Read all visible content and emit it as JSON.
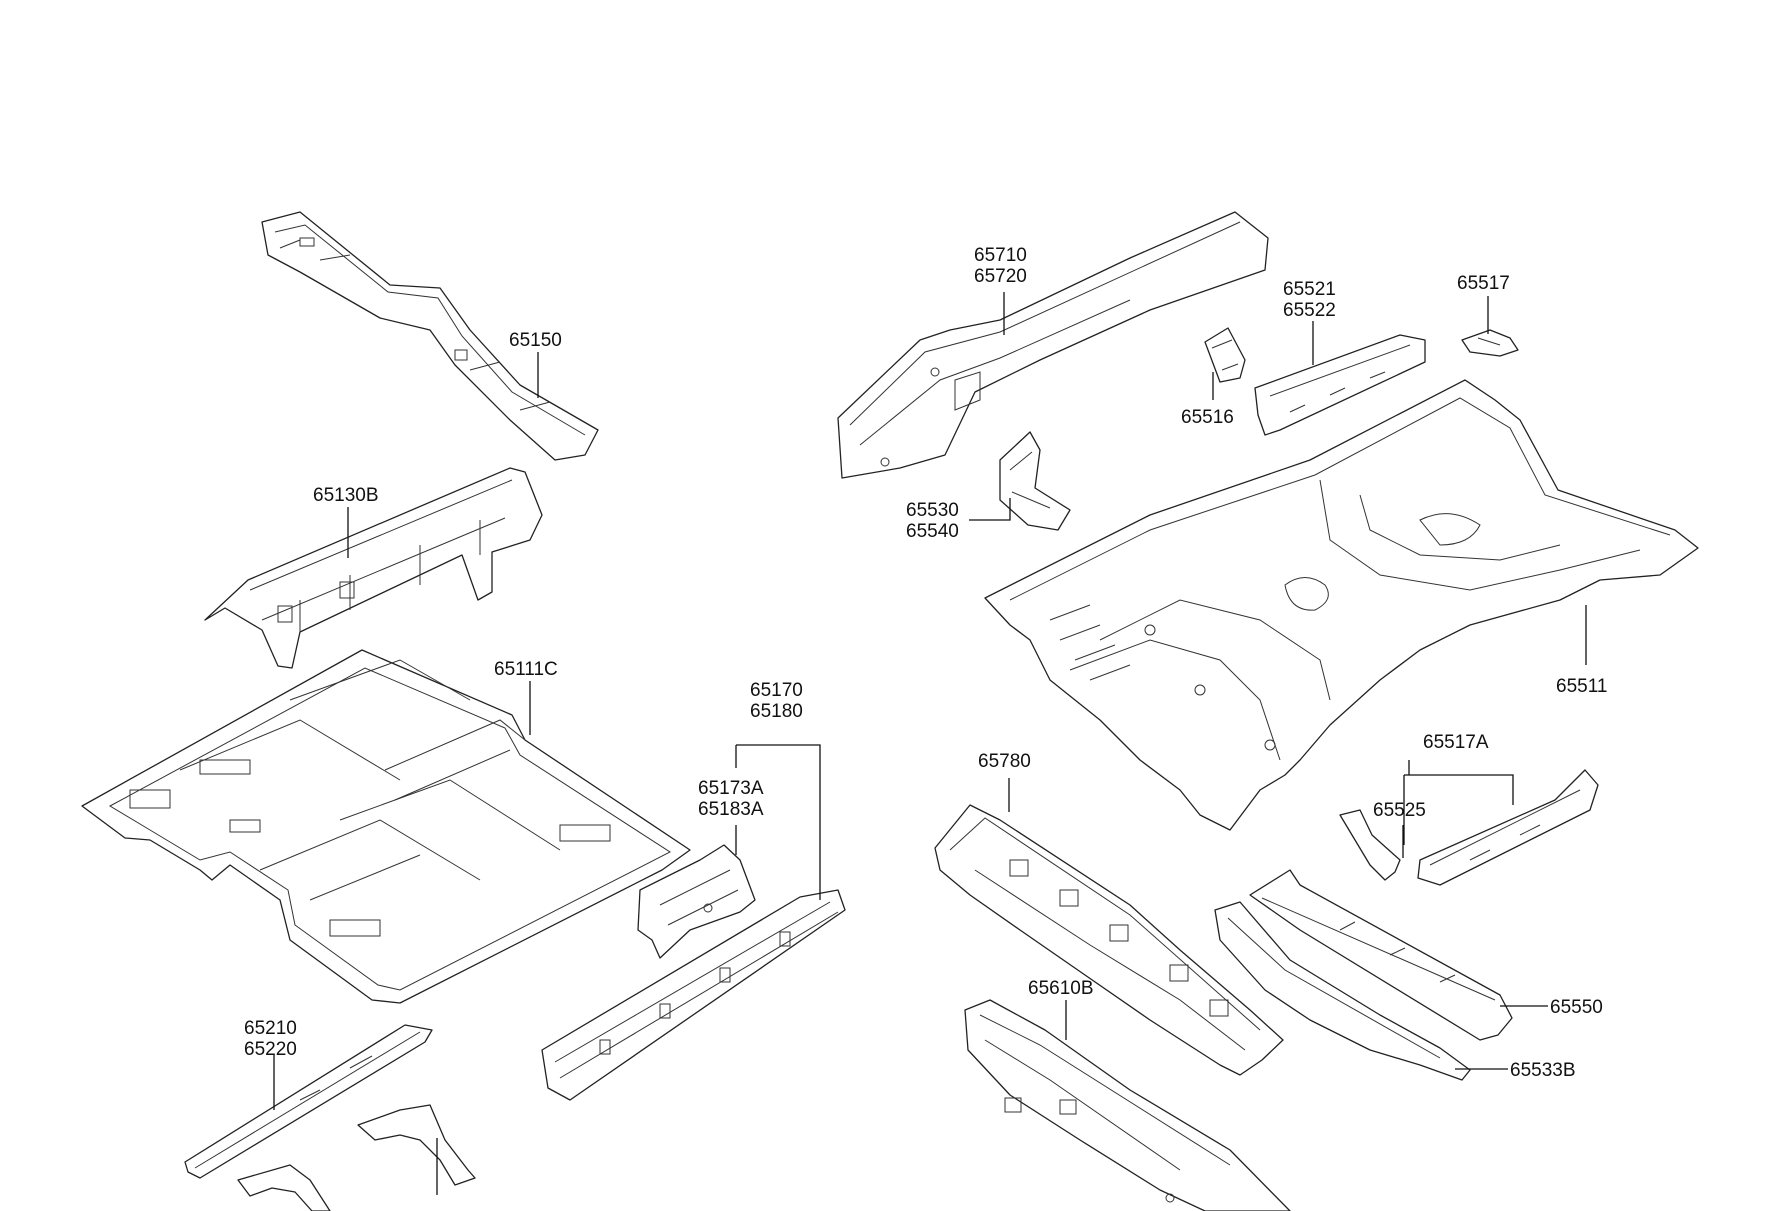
{
  "labels": {
    "p65150": "65150",
    "p65130b": "65130B",
    "p65111c": "65111C",
    "p65170": "65170",
    "p65180": "65180",
    "p65173a": "65173A",
    "p65183a": "65183A",
    "p65210": "65210",
    "p65220": "65220",
    "p65710": "65710",
    "p65720": "65720",
    "p65521": "65521",
    "p65522": "65522",
    "p65517": "65517",
    "p65516": "65516",
    "p65530": "65530",
    "p65540": "65540",
    "p65511": "65511",
    "p65780": "65780",
    "p65517a": "65517A",
    "p65525": "65525",
    "p65610b": "65610B",
    "p65550": "65550",
    "p65533b": "65533B"
  },
  "colors": {
    "line": "#222222",
    "background": "#ffffff"
  }
}
